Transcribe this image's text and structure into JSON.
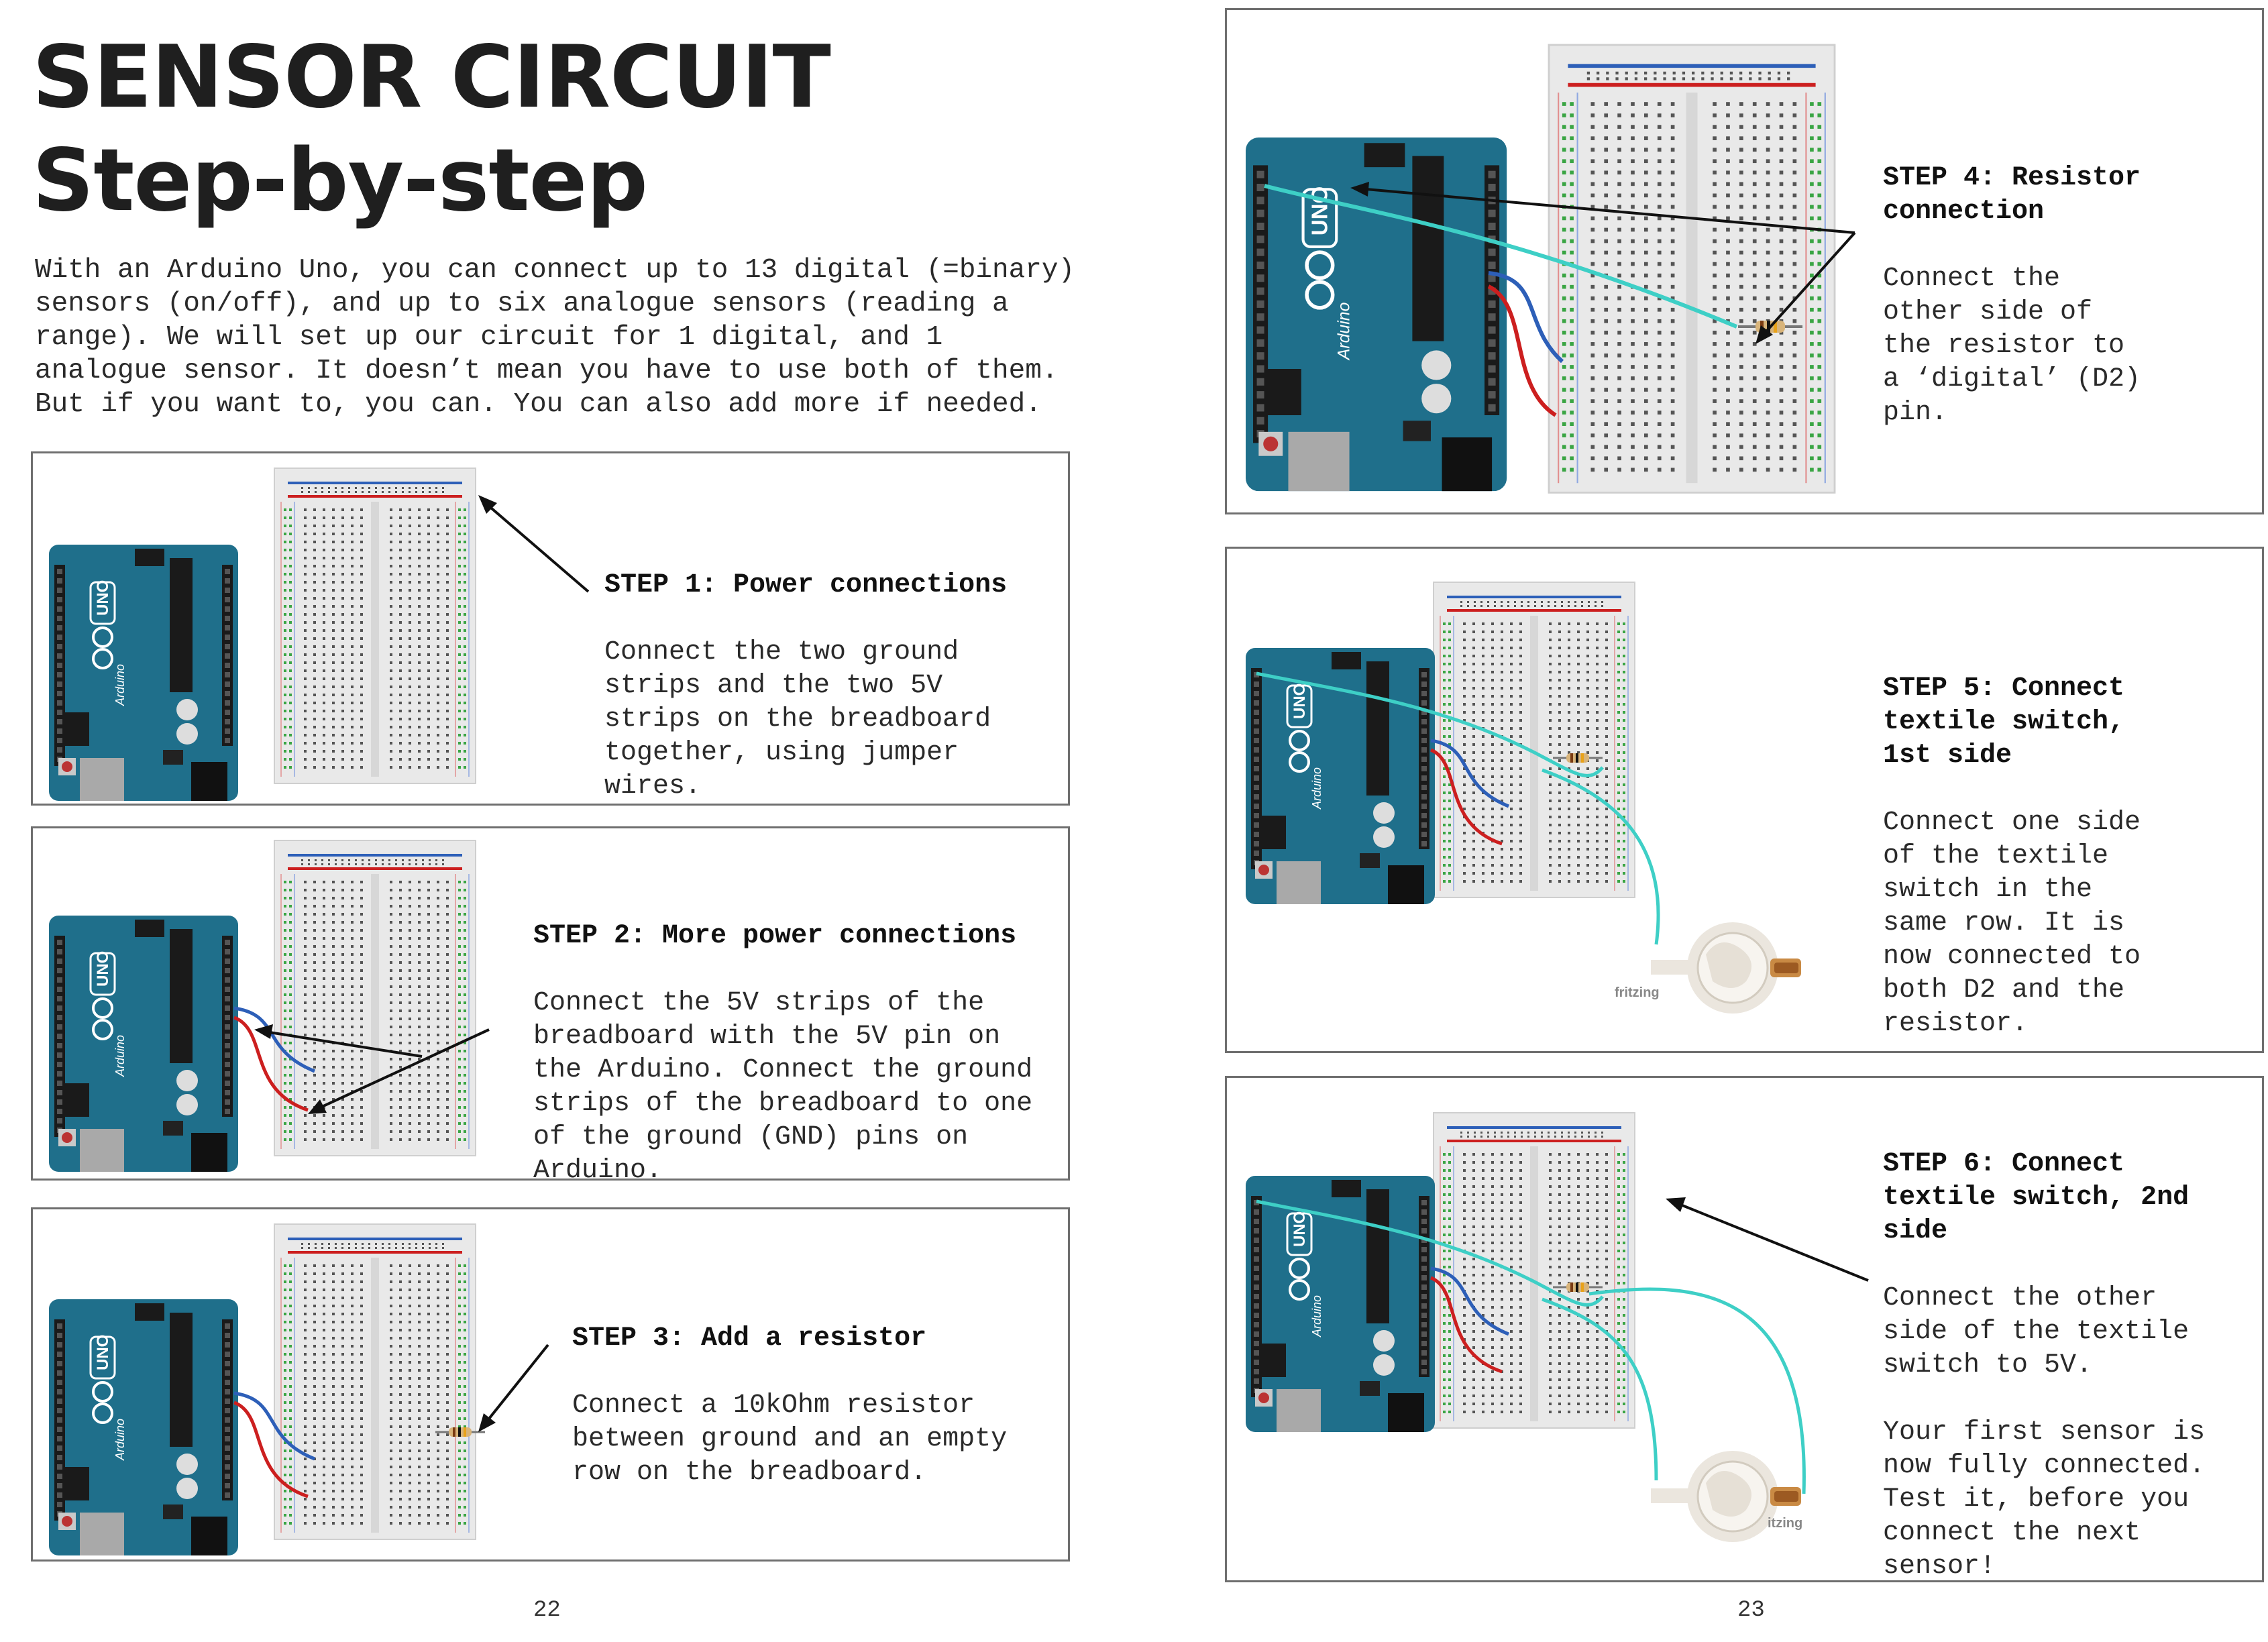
{
  "title": {
    "line1": "SENSOR CIRCUIT",
    "line2": "Step-by-step"
  },
  "intro": "With an Arduino Uno, you can connect up to 13 digital (=binary) sensors (on/off), and up to six analogue sensors (reading a range). We will set up our circuit for 1 digital, and 1 analogue sensor. It doesn’t mean you have to use both of them. But if you want to, you can. You can also add more if needed.",
  "steps": [
    {
      "heading": "STEP 1: Power connections",
      "body": "Connect the two ground\nstrips and the two 5V\nstrips on the breadboard\ntogether, using jumper\nwires."
    },
    {
      "heading": "STEP 2: More power connections",
      "body": "Connect the 5V strips of the\nbreadboard with the 5V pin on\nthe Arduino. Connect the ground\nstrips of the breadboard to one\nof the ground (GND) pins on\nArduino."
    },
    {
      "heading": "STEP 3: Add a resistor",
      "body": "Connect a 10kOhm resistor\nbetween ground and an empty\nrow on the breadboard."
    },
    {
      "heading": "STEP 4: Resistor\nconnection",
      "body": "Connect the\nother side of\nthe resistor to\na ‘digital’ (D2)\npin."
    },
    {
      "heading": "STEP 5: Connect\ntextile switch,\n1st side",
      "body": "Connect one side\nof the textile\nswitch in the\nsame row. It is\nnow connected to\nboth D2 and the\nresistor."
    },
    {
      "heading": "STEP 6: Connect\ntextile switch, 2nd\nside",
      "body": "Connect the other\nside of the textile\nswitch to 5V.\n\nYour first sensor is\nnow fully connected.\nTest it, before you\nconnect the next\nsensor!"
    }
  ],
  "board": {
    "uno_label": "UNO",
    "arduino_label": "Arduino",
    "fritzing_label": "fritzing",
    "fritzing_label_cropped": "itzing"
  },
  "page_numbers": {
    "left": "22",
    "right": "23"
  },
  "colors": {
    "arduino_blue": "#1f6f8b",
    "rail_red": "#cc1f1f",
    "rail_blue": "#2d5fb8",
    "wire_cyan": "#3ecfc6",
    "pin_green": "#3aa544"
  }
}
